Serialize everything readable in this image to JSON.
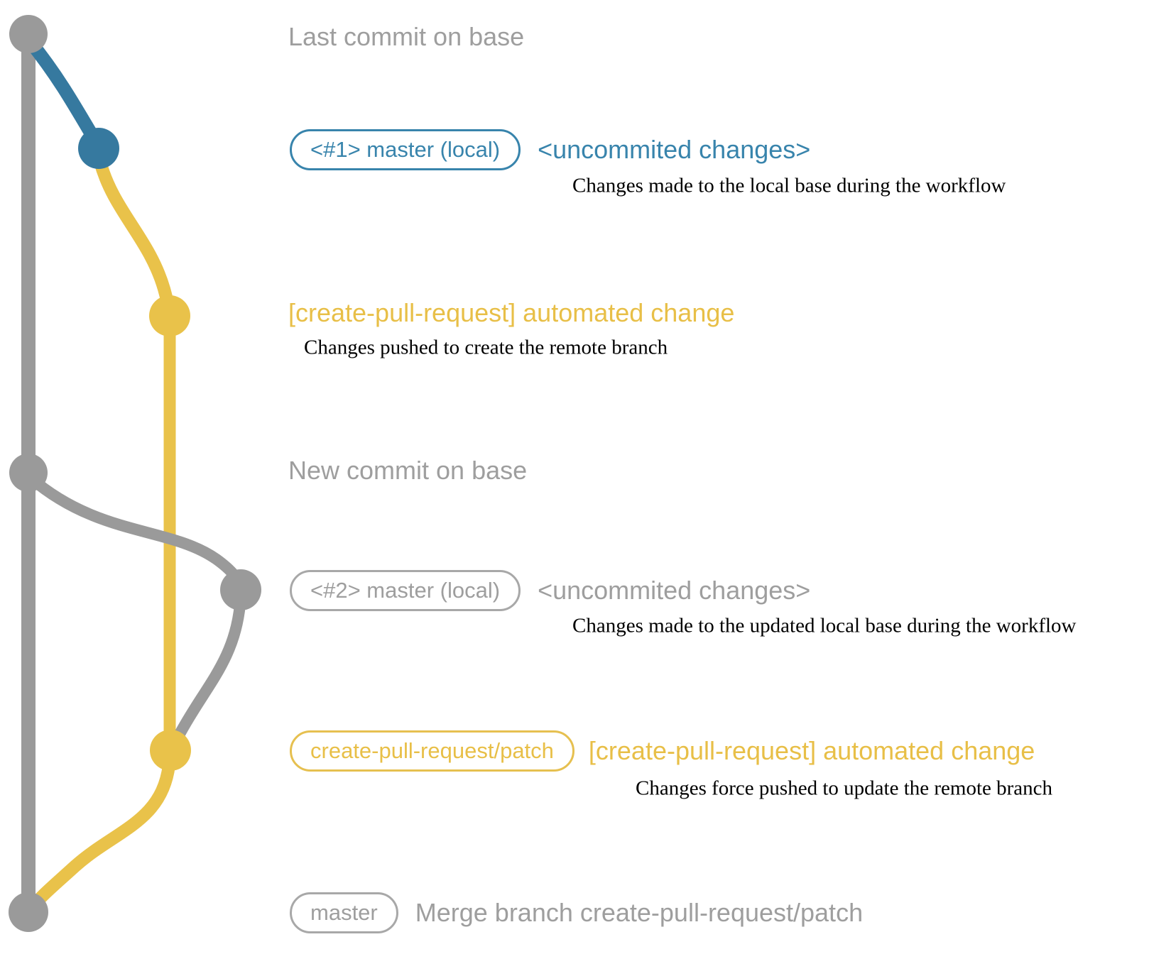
{
  "colors": {
    "graph_gray": "#9a9a9a",
    "graph_blue": "#36799f",
    "graph_yellow": "#e9c24a",
    "label_gray": "#9e9e9e",
    "label_blue": "#3884ac",
    "label_yellow": "#e8bf47",
    "description_text": "#000000",
    "background": "#ffffff"
  },
  "annotations": {
    "last_commit": {
      "label": "Last commit on base"
    },
    "local_1": {
      "badge": "<#1> master (local)",
      "label": "<uncommited changes>",
      "description": "Changes made to the local base during the workflow"
    },
    "remote_1": {
      "label": "[create-pull-request] automated change",
      "description": "Changes pushed to create the remote branch"
    },
    "new_commit": {
      "label": "New commit on base"
    },
    "local_2": {
      "badge": "<#2> master (local)",
      "label": "<uncommited changes>",
      "description": "Changes made to the updated local base during the workflow"
    },
    "remote_2": {
      "badge": "create-pull-request/patch",
      "label": "[create-pull-request] automated change",
      "description": "Changes force pushed to update the remote branch"
    },
    "merge": {
      "badge": "master",
      "label": "Merge branch create-pull-request/patch"
    }
  }
}
